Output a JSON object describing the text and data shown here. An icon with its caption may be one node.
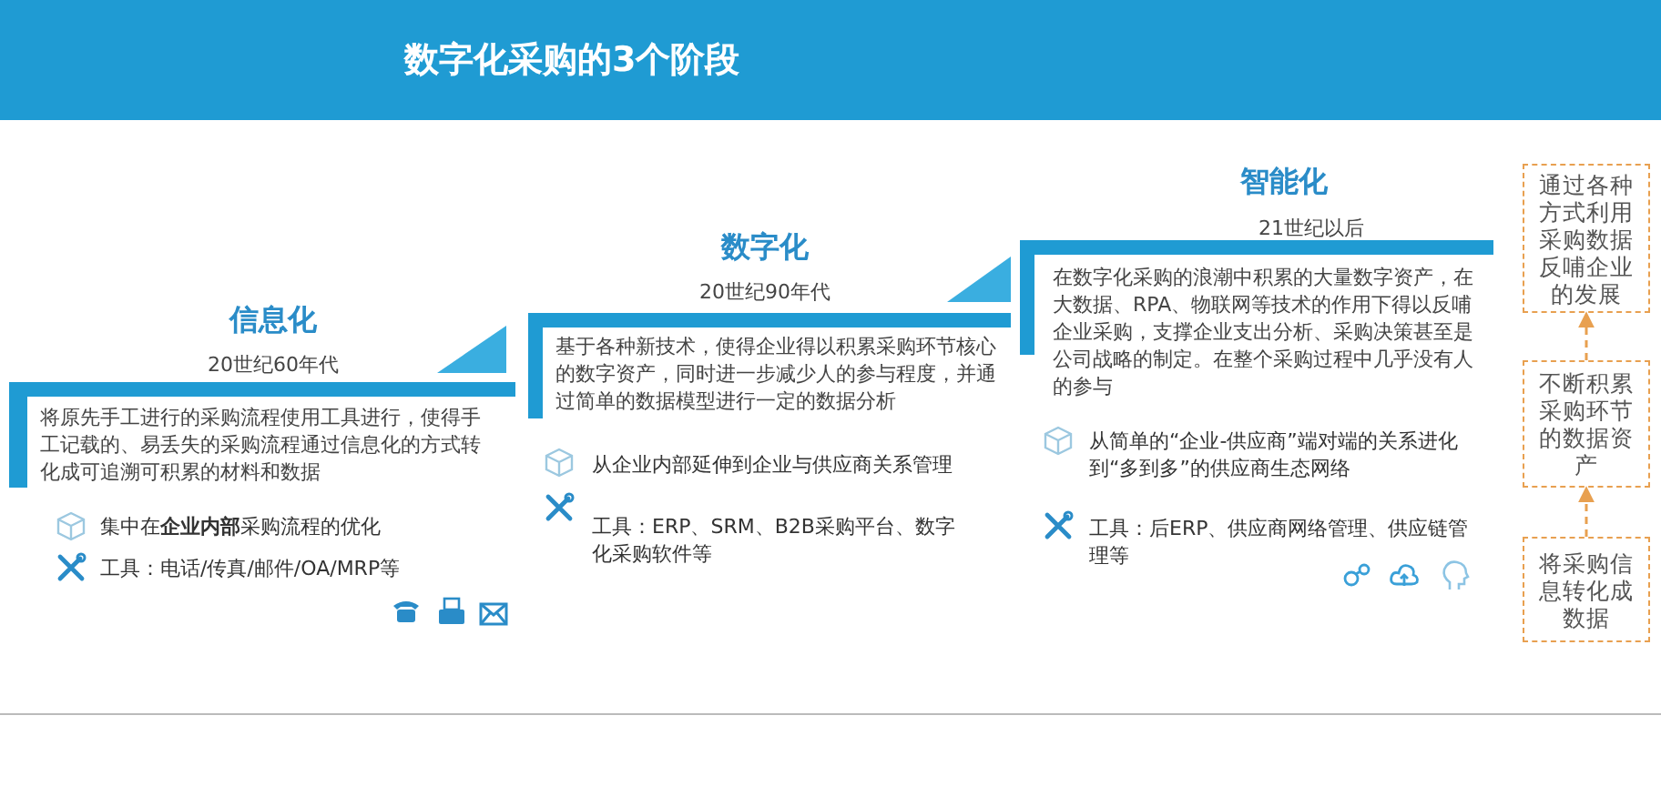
{
  "diagram": {
    "title": "数字化采购的3个阶段",
    "nodes": [
      {
        "text": [
          "信息化",
          "20世纪60年代",
          "将原先手工进行的采购流程使用工具进行，使得手工记载的、易丢失的采购流程通过信息化的方式转化成可追溯可积累的材料和数据",
          "集中在**企业内部**采购流程的优化",
          "工具：电话/传真/邮件/OA/MRP等"
        ]
      },
      {
        "text": [
          "数字化",
          "20世纪90年代",
          "基于各种新技术，使得企业得以积累采购环节核心的数字资产，同时进一步减少人的参与程度，并通过简单的数据模型进行一定的数据分析",
          "从企业内部延伸到企业与供应商关系管理",
          "工具：ERP、SRM、B2B采购平台、数字化采购软件等"
        ]
      },
      {
        "text": [
          "智能化",
          "21世纪以后",
          "在数字化采购的浪潮中积累的大量数字资产，在大数据、RPA、物联网等技术的作用下得以反哺企业采购，支撑企业支出分析、采购决策甚至是公司战略的制定。在整个采购过程中几乎没有人的参与",
          "从简单的“企业-供应商”端对端的关系进化到“多到多”的供应商生态网络",
          "工具：后ERP、供应商网络管理、供应链管理等"
        ]
      },
      {
        "text": [
          "通过各种方式利用采购数据反哺企业的发展"
        ]
      },
      {
        "text": [
          "不断积累采购环节的数据资产"
        ]
      },
      {
        "text": [
          "将采购信息转化成数据"
        ]
      }
    ],
    "edges": [
      {
        "from": 5,
        "to": 4,
        "arrow": "to",
        "style": "dashed"
      },
      {
        "from": 4,
        "to": 3,
        "arrow": "to",
        "style": "dashed"
      }
    ]
  }
}
